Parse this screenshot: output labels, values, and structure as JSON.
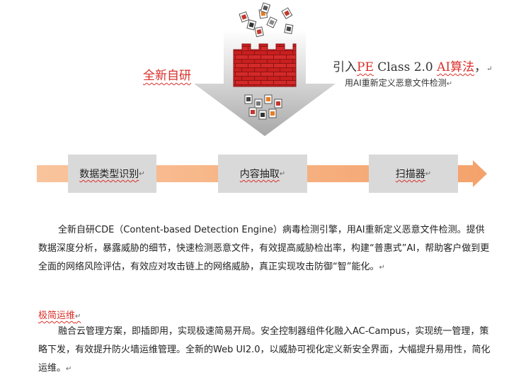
{
  "diagram": {
    "left_label": "全新自研",
    "right_title_prefix": "引入",
    "right_title_red1": "PE",
    "right_title_mid": " Class 2.0 ",
    "right_title_red2": "AI算法",
    "right_title_suffix": "，",
    "right_subtitle": "用AI重新定义恶意文件检测",
    "pilcrow": "↵",
    "stages": [
      "数据类型识别",
      "内容抽取",
      "扫描器"
    ],
    "colors": {
      "accent_red": "#d9302a",
      "arrow_orange": "#f4a26b",
      "box_gray": "#d9d9d9"
    }
  },
  "paragraph1": "全新自研CDE（Content-based Detection  Engine）病毒检测引擎，用AI重新定义恶意文件检测。提供数据深度分析，暴露威胁的细节，快速检测恶意文件，有效提高威胁检出率，构建“普惠式”AI，帮助客户做到更全面的网络风险评估，有效应对攻击链上的网络威胁，真正实现攻击防御“智”能化。",
  "heading2": "极简运维",
  "paragraph2": "融合云管理方案，即插即用，实现极速简易开局。安全控制器组件化融入AC-Campus，实现统一管理，策略下发，有效提升防火墙运维管理。全新的Web UI2.0，以威胁可视化定义新安全界面，大幅提升易用性，简化运维。"
}
